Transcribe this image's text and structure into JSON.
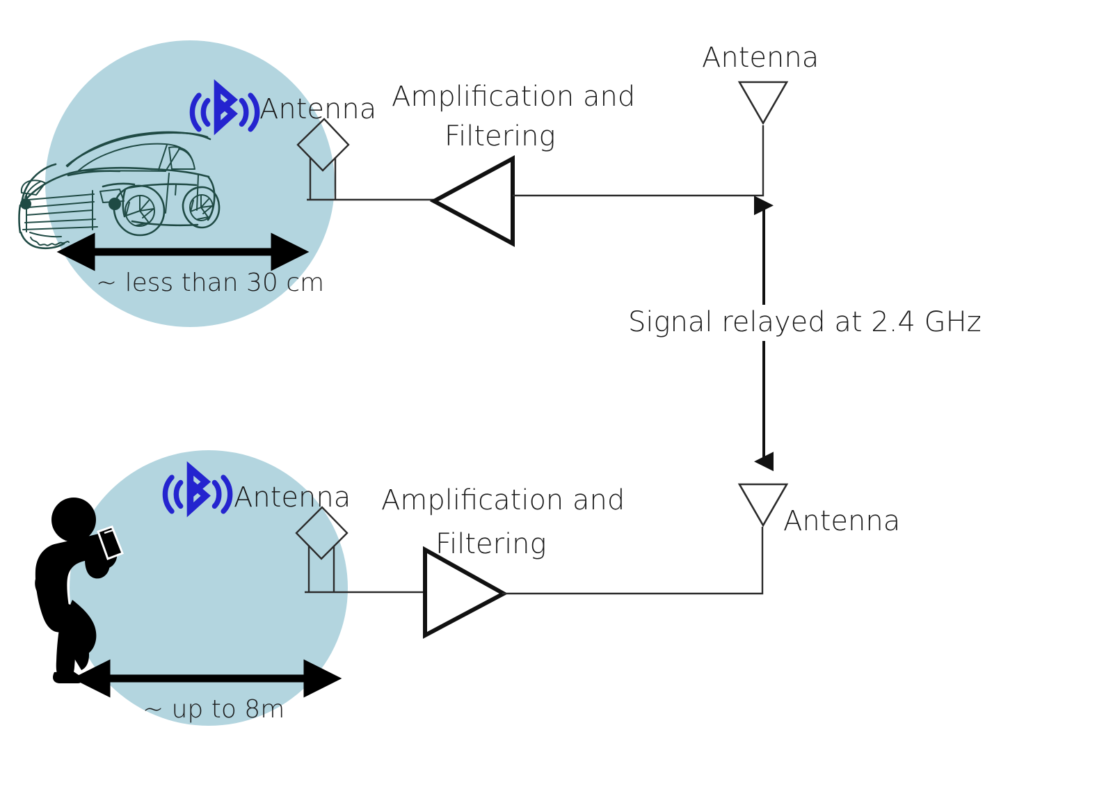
{
  "diagram": {
    "title": "Bluetooth relay attack signal chain",
    "colors": {
      "bubble_fill": "#b3d5df",
      "bluetooth_blue": "#2424cf",
      "car_ink": "#1f4a44",
      "person_fill": "#000000",
      "wire": "#2b2b2b",
      "text": "#1a1a1a",
      "background": "#ffffff"
    },
    "top_chain": {
      "bubble_label_bluetooth": "bluetooth-signal-icon",
      "vehicle_icon": "car-sketch-icon",
      "antenna_label": "Antenna",
      "amplifier_label_line1": "Amplification and",
      "amplifier_label_line2": "Filtering",
      "relay_antenna_label": "Antenna",
      "distance_label": "~ less than 30 cm"
    },
    "bottom_chain": {
      "bubble_label_bluetooth": "bluetooth-signal-icon",
      "person_icon": "person-with-phone-icon",
      "antenna_label": "Antenna",
      "amplifier_label_line1": "Amplification and",
      "amplifier_label_line2": "Filtering",
      "relay_antenna_label": "Antenna",
      "distance_label": "~ up to 8m"
    },
    "link": {
      "relay_label": "Signal relayed at 2.4 GHz"
    }
  }
}
